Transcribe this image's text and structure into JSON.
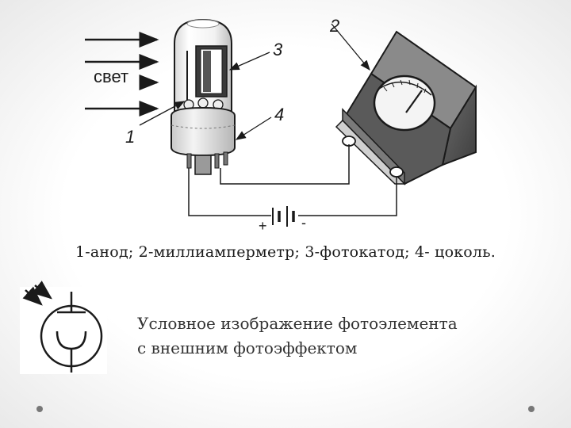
{
  "diagram": {
    "light_label": "свет",
    "callouts": [
      "1",
      "2",
      "3",
      "4"
    ],
    "battery_plus": "+",
    "battery_minus": "-"
  },
  "caption": "1-анод; 2-миллиамперметр; 3-фотокатод; 4- цоколь.",
  "description": {
    "line1": "Условное изображение фотоэлемента",
    "line2": "с внешним фотоэффектом"
  },
  "colors": {
    "meter_body": "#595959",
    "meter_front": "#d9d9d9",
    "tube_base": "#e6e6e6",
    "ink": "#1a1a1a"
  }
}
